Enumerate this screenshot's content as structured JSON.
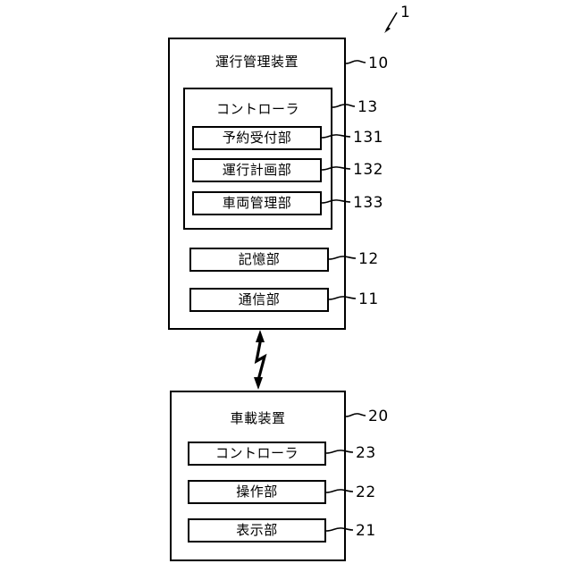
{
  "figure": {
    "number": "1",
    "type": "patent-block-diagram"
  },
  "blocks": {
    "management_device": {
      "label": "運行管理装置",
      "ref": "10",
      "children": {
        "controller": {
          "label": "コントローラ",
          "ref": "13",
          "units": [
            {
              "label": "予約受付部",
              "ref": "131"
            },
            {
              "label": "運行計画部",
              "ref": "132"
            },
            {
              "label": "車両管理部",
              "ref": "133"
            }
          ]
        },
        "storage": {
          "label": "記憶部",
          "ref": "12"
        },
        "communication": {
          "label": "通信部",
          "ref": "11"
        }
      }
    },
    "onboard_device": {
      "label": "車載装置",
      "ref": "20",
      "units": [
        {
          "label": "コントローラ",
          "ref": "23"
        },
        {
          "label": "操作部",
          "ref": "22"
        },
        {
          "label": "表示部",
          "ref": "21"
        }
      ]
    }
  },
  "connector": {
    "name": "wireless-link",
    "style": "lightning-double-arrow"
  },
  "colors": {
    "stroke": "#000000",
    "background": "#ffffff"
  }
}
